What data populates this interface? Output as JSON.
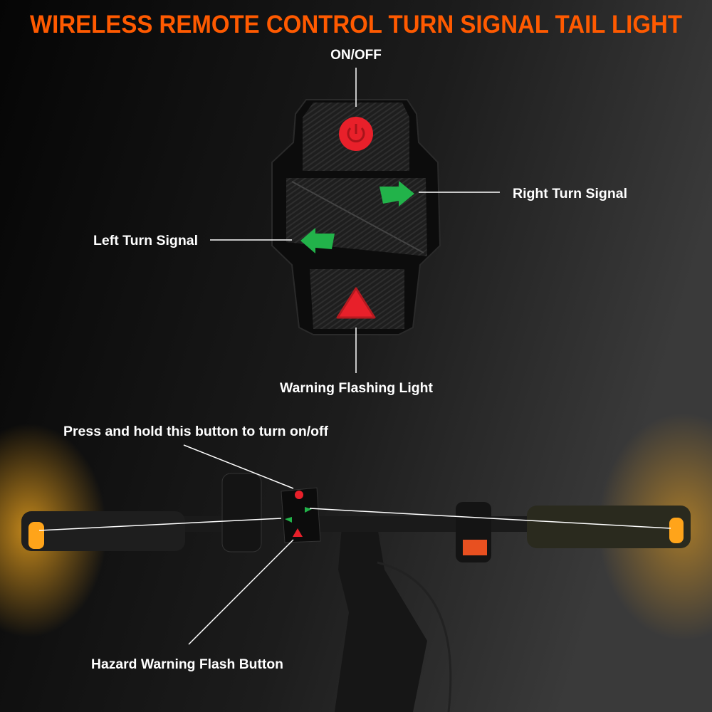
{
  "title": "WIRELESS REMOTE CONTROL TURN SIGNAL TAIL LIGHT",
  "labels": {
    "on_off": "ON/OFF",
    "right_turn": "Right Turn Signal",
    "left_turn": "Left Turn Signal",
    "warning": "Warning Flashing Light",
    "press_hold": "Press and hold this button to turn on/off",
    "hazard": "Hazard Warning Flash Button"
  },
  "colors": {
    "title": "#ff5a00",
    "power_button": "#e8202a",
    "arrow_button": "#22b34a",
    "warning_button": "#e8202a",
    "signal_light": "#ffa41a"
  }
}
